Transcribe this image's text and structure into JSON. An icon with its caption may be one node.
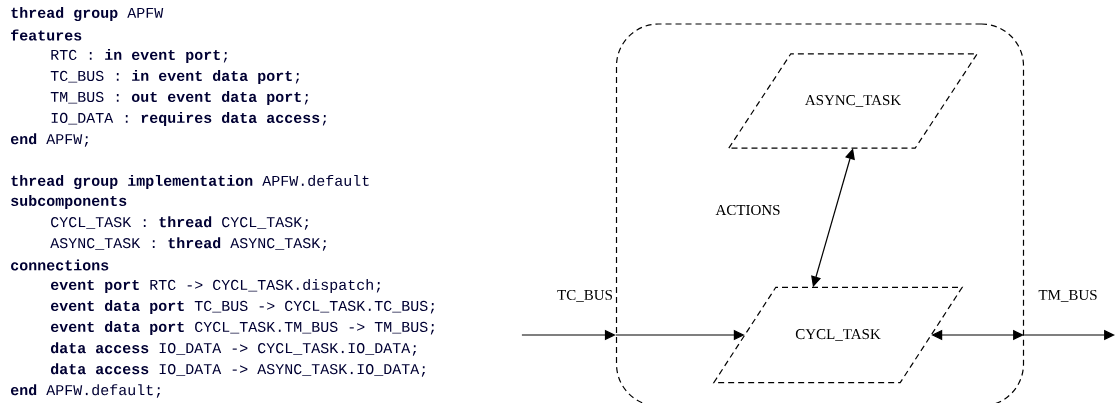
{
  "diagram": {
    "nodes": [
      {
        "text": [],
        "shape": "box"
      },
      {
        "text": [
          "ASYNC_TASK"
        ],
        "in": 0
      },
      {
        "text": [
          "CYCL_TASK"
        ],
        "in": 0
      }
    ],
    "edges": [
      {
        "from": null,
        "to": 0,
        "arrow": "to",
        "label": "TC_BUS"
      },
      {
        "from": 0,
        "to": 2,
        "arrow": "to"
      },
      {
        "from": 2,
        "to": 0,
        "arrow": "both"
      },
      {
        "from": 0,
        "to": null,
        "arrow": "to",
        "label": "TM_BUS"
      },
      {
        "from": 2,
        "to": 1,
        "arrow": "both",
        "label": "ACTIONS"
      }
    ],
    "labels": [
      "**thread group** APFW",
      "**features**",
      "RTC : **in event port**;",
      "TC_BUS : **in event data port**;",
      "TM_BUS : **out event data port**;",
      "IO_DATA : **requires data access**;",
      "**end** APFW;",
      "**thread group implementation** APFW.default",
      "**subcomponents**",
      "CYCL_TASK : **thread** CYCL_TASK;",
      "ASYNC_TASK : **thread** ASYNC_TASK;",
      "**connections**",
      "**event port** RTC -> CYCL_TASK.dispatch;",
      "**event data port** TC_BUS -> CYCL_TASK.TC_BUS;",
      "**event data port** CYCL_TASK.TM_BUS -> TM_BUS;",
      "**data access** IO_DATA -> CYCL_TASK.IO_DATA;",
      "**data access** IO_DATA -> ASYNC_TASK.IO_DATA;",
      "**end** APFW.default;"
    ]
  }
}
